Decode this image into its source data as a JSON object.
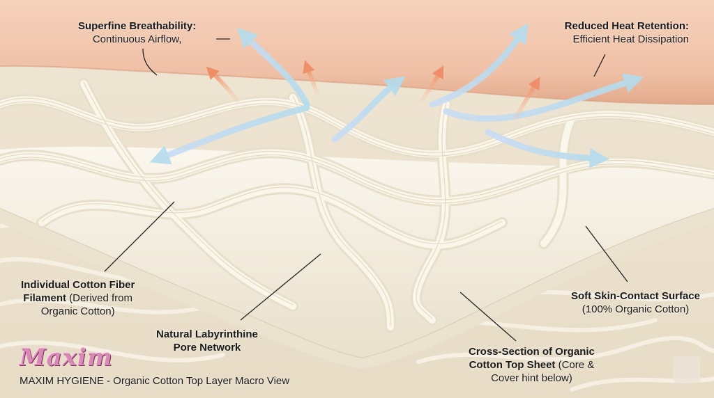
{
  "annotations": {
    "breathability": {
      "title": "Superfine Breathability:",
      "detail": "Continuous Airflow,"
    },
    "heat": {
      "title": "Reduced Heat Retention:",
      "detail": "Efficient Heat Dissipation"
    },
    "fiber": {
      "title": "Individual Cotton Fiber",
      "title2": "Filament",
      "detail1": " (Derived from",
      "detail2": "Organic Cotton)"
    },
    "pore": {
      "title1": "Natural Labyrinthine",
      "title2": "Pore Network"
    },
    "surface": {
      "title": "Soft Skin-Contact Surface",
      "detail": "(100% Organic Cotton)"
    },
    "cross_section": {
      "title1": "Cross-Section of Organic",
      "title2": "Cotton Top Sheet",
      "detail1": " (Core &",
      "detail2": "Cover hint below)"
    }
  },
  "brand": {
    "logo": "Maxim",
    "caption": "MAXIM HYGIENE - Organic Cotton Top Layer Macro View"
  },
  "colors": {
    "skin": "#f1c6ad",
    "cotton": "#f3ecdc",
    "air_arrow": "#b9dcef",
    "heat_arrow": "#f0a07a",
    "logo": "#d889b4",
    "text": "#1a1a1a"
  }
}
